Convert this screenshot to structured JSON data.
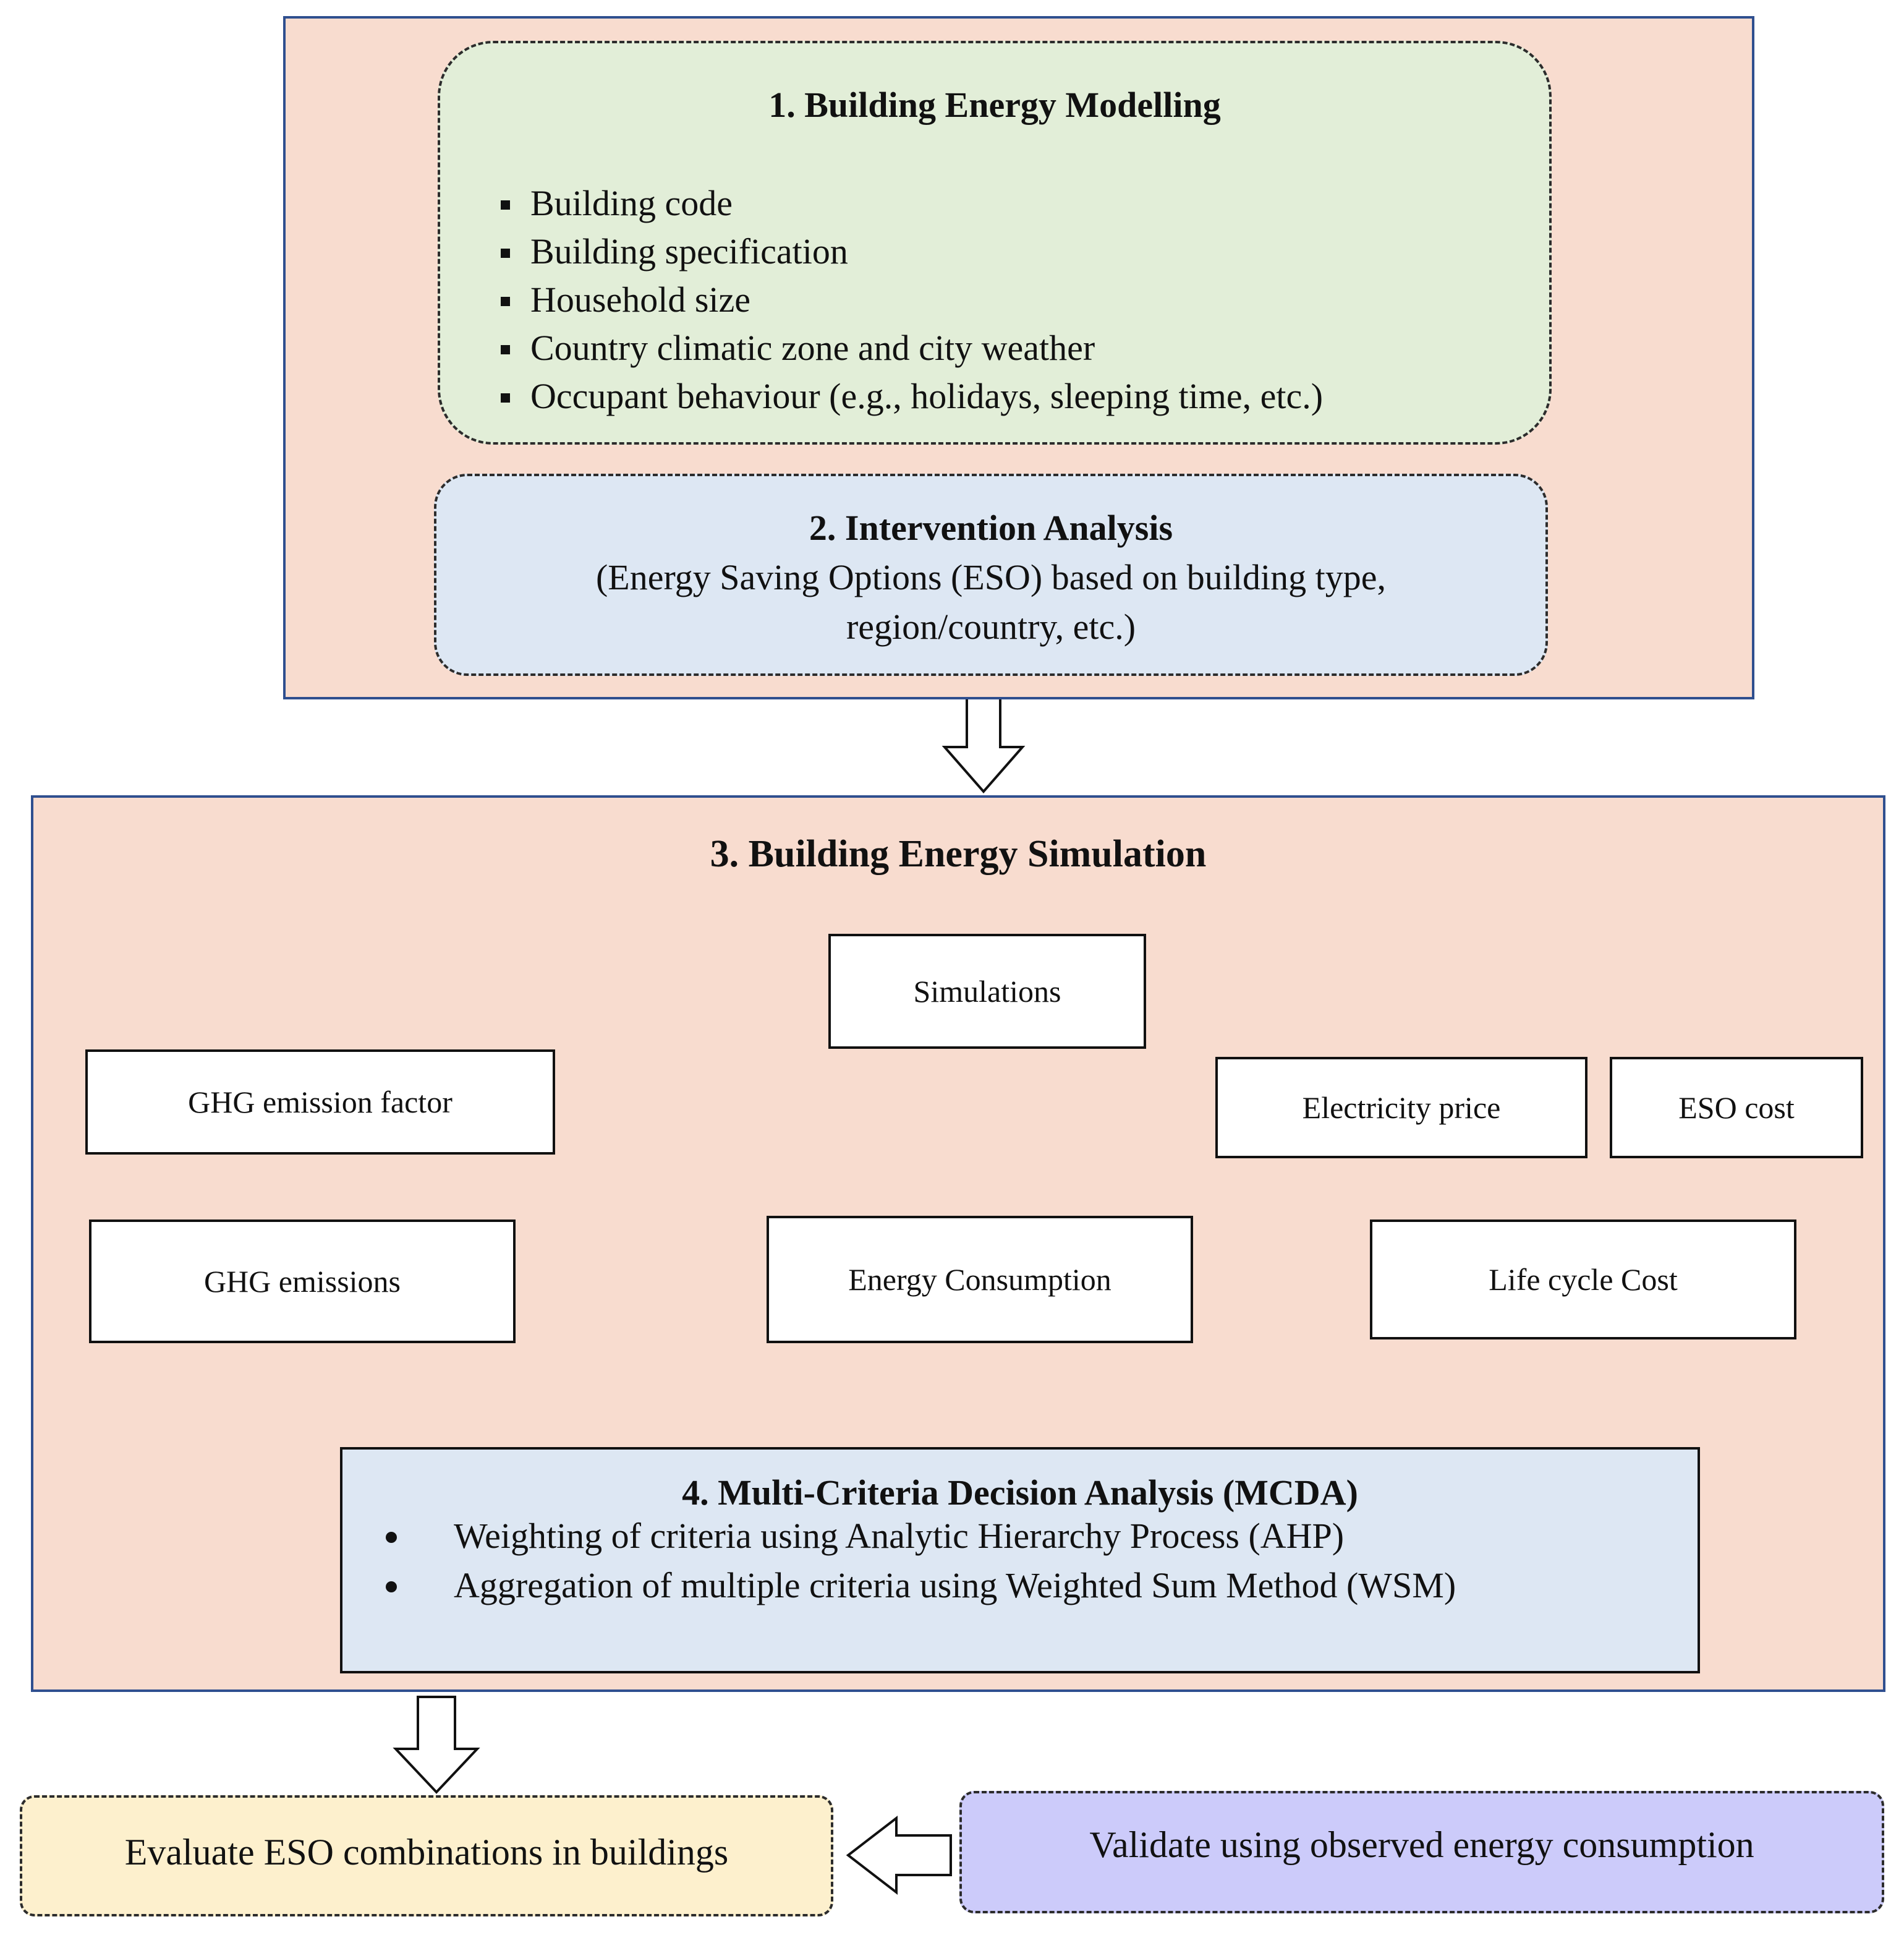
{
  "colors": {
    "panel_fill": "#f8dccf",
    "panel_border": "#2f4f8f",
    "modelling_fill": "#e2eed8",
    "intervention_fill": "#dde7f3",
    "mcda_fill": "#dde7f3",
    "evaluate_fill": "#fdf0cd",
    "validate_fill": "#cccbfa"
  },
  "modelling": {
    "title": "1. Building Energy Modelling",
    "items": [
      "Building code",
      "Building specification",
      "Household size",
      "Country climatic zone and city weather",
      "Occupant behaviour (e.g., holidays, sleeping time, etc.)"
    ]
  },
  "intervention": {
    "title": "2. Intervention Analysis",
    "line1": "(Energy Saving Options (ESO) based on building type,",
    "line2": "region/country, etc.)"
  },
  "simulation": {
    "title": "3. Building Energy Simulation",
    "nodes": {
      "simulations": "Simulations",
      "ghg_factor": "GHG emission factor",
      "ghg_emissions": "GHG emissions",
      "energy_consumption": "Energy Consumption",
      "electricity_price": "Electricity price",
      "eso_cost": "ESO cost",
      "life_cycle_cost": "Life cycle Cost"
    }
  },
  "mcda": {
    "title": "4. Multi-Criteria Decision Analysis (MCDA)",
    "items": [
      "Weighting of criteria using Analytic Hierarchy Process (AHP)",
      "Aggregation of multiple criteria using Weighted Sum Method (WSM)"
    ]
  },
  "evaluate": {
    "label": "Evaluate ESO combinations in buildings"
  },
  "validate": {
    "label": "Validate using observed energy consumption"
  }
}
